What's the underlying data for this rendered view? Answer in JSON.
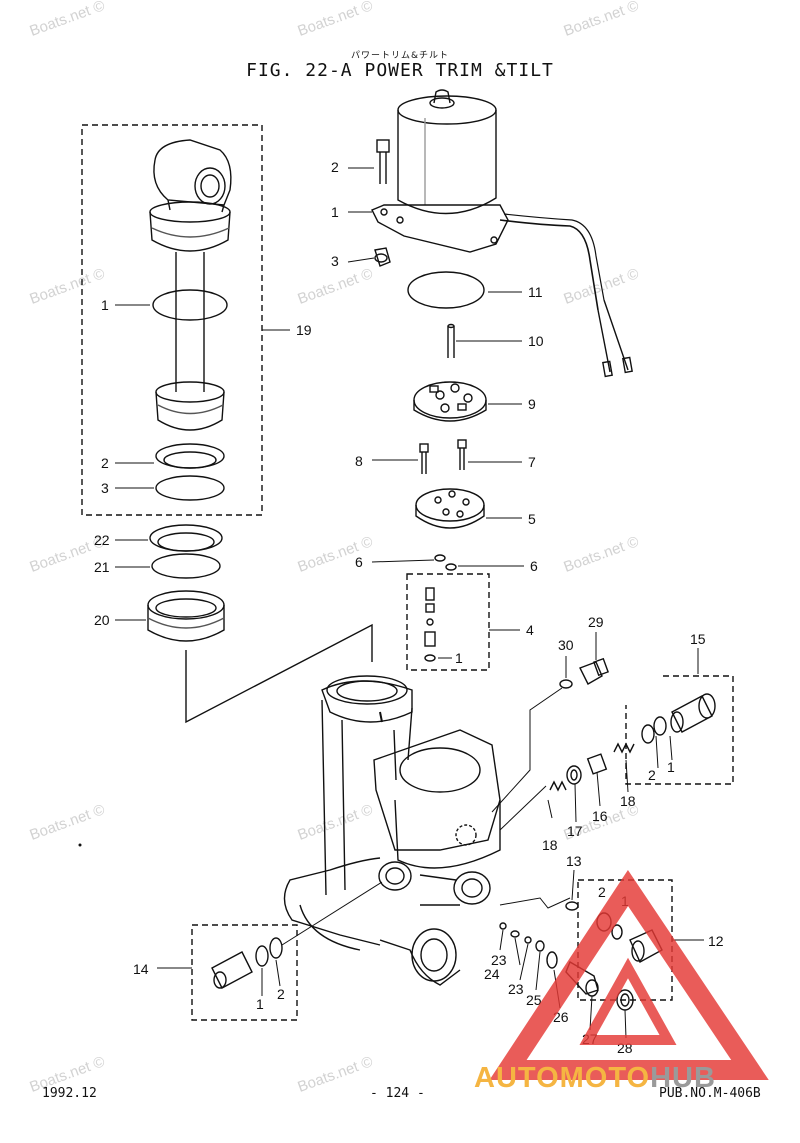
{
  "header": {
    "japanese_title": "パワートリム&チルト",
    "title": "FIG. 22-A POWER TRIM &TILT"
  },
  "footer": {
    "date": "1992.12",
    "page": "- 124 -",
    "pub_no": "PUB.NO.M-406B"
  },
  "watermark": {
    "text": "Boats.net ©"
  },
  "brand": {
    "part1": "AUTOMOTO",
    "part2": "HUB",
    "triangle_color": "#e53935",
    "orange": "#f5b542",
    "gray": "#9a9a9a"
  },
  "callouts": [
    "2",
    "1",
    "3",
    "11",
    "10",
    "9",
    "8",
    "7",
    "5",
    "6",
    "6",
    "4",
    "1",
    "1",
    "19",
    "2",
    "3",
    "22",
    "21",
    "20",
    "30",
    "29",
    "15",
    "2",
    "1",
    "18",
    "18",
    "17",
    "16",
    "13",
    "2",
    "1",
    "12",
    "14",
    "1",
    "2",
    "23",
    "24",
    "23",
    "25",
    "26",
    "27",
    "28"
  ]
}
